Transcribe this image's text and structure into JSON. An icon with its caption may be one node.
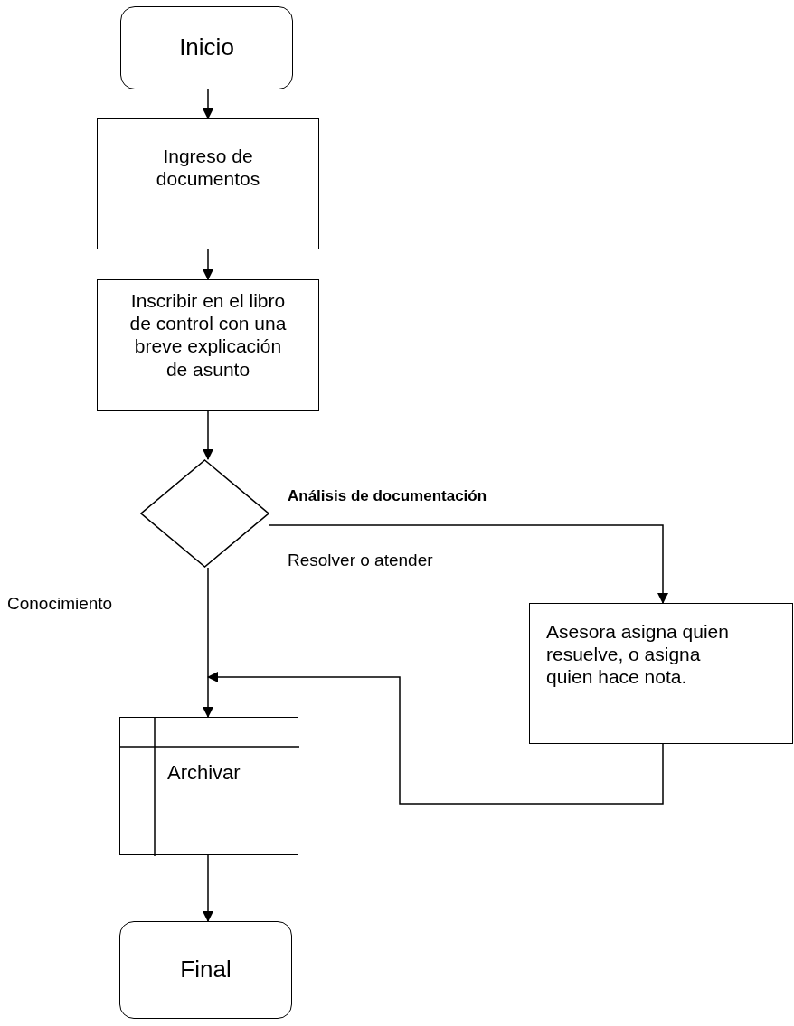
{
  "diagram": {
    "nodes": [
      {
        "text": [
          "Inicio"
        ]
      },
      {
        "text": [
          "Ingreso de documentos"
        ]
      },
      {
        "text": [
          "Inscribir en el libro de control con una breve explicación de asunto"
        ]
      },
      {
        "text": [],
        "shape": "diamond",
        "beside": [
          "Análisis de documentación"
        ]
      },
      {
        "text": [
          "Asesora asigna quien resuelve, o asigna quien hace nota."
        ]
      },
      {
        "text": [
          "Archivar"
        ]
      },
      {
        "text": [
          "Final"
        ]
      }
    ],
    "edges": [
      {
        "from": 0,
        "to": 1,
        "arrow": "to"
      },
      {
        "from": 1,
        "to": 2,
        "arrow": "to"
      },
      {
        "from": 2,
        "to": 3,
        "arrow": "to"
      },
      {
        "from": 3,
        "to": 4,
        "arrow": "to",
        "label": "Resolver o atender"
      },
      {
        "from": 3,
        "to": 5,
        "arrow": "to"
      },
      {
        "from": 4,
        "to": 5,
        "arrow": "to"
      },
      {
        "from": 5,
        "to": 6,
        "arrow": "to"
      }
    ],
    "labels": [
      "Conocimiento"
    ]
  }
}
